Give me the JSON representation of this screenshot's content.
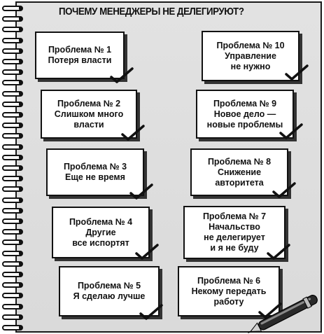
{
  "title": "ПОЧЕМУ МЕНЕДЖЕРЫ НЕ ДЕЛЕГИРУЮТ?",
  "colors": {
    "page": "#dcdcdc",
    "card": "#ffffff",
    "ink": "#111111"
  },
  "decor": {
    "check": "checkmark-icon",
    "pen": "pen-icon",
    "rings": "spiral-binding"
  },
  "problems": {
    "p1": {
      "lines": [
        "Проблема № 1",
        "Потеря власти"
      ]
    },
    "p2": {
      "lines": [
        "Проблема № 2",
        "Слишком много",
        "власти"
      ]
    },
    "p3": {
      "lines": [
        "Проблема № 3",
        "Еще не время"
      ]
    },
    "p4": {
      "lines": [
        "Проблема № 4",
        "Другие",
        "все испортят"
      ]
    },
    "p5": {
      "lines": [
        "Проблема № 5",
        "Я сделаю лучше"
      ]
    },
    "p6": {
      "lines": [
        "Проблема № 6",
        "Некому передать",
        "работу"
      ]
    },
    "p7": {
      "lines": [
        "Проблема № 7",
        "Начальство",
        "не делегирует",
        "и я не буду"
      ]
    },
    "p8": {
      "lines": [
        "Проблема № 8",
        "Снижение",
        "авторитета"
      ]
    },
    "p9": {
      "lines": [
        "Проблема № 9",
        "Новое дело —",
        "новые проблемы"
      ]
    },
    "p10": {
      "lines": [
        "Проблема № 10",
        "Управление",
        "не нужно"
      ]
    }
  }
}
